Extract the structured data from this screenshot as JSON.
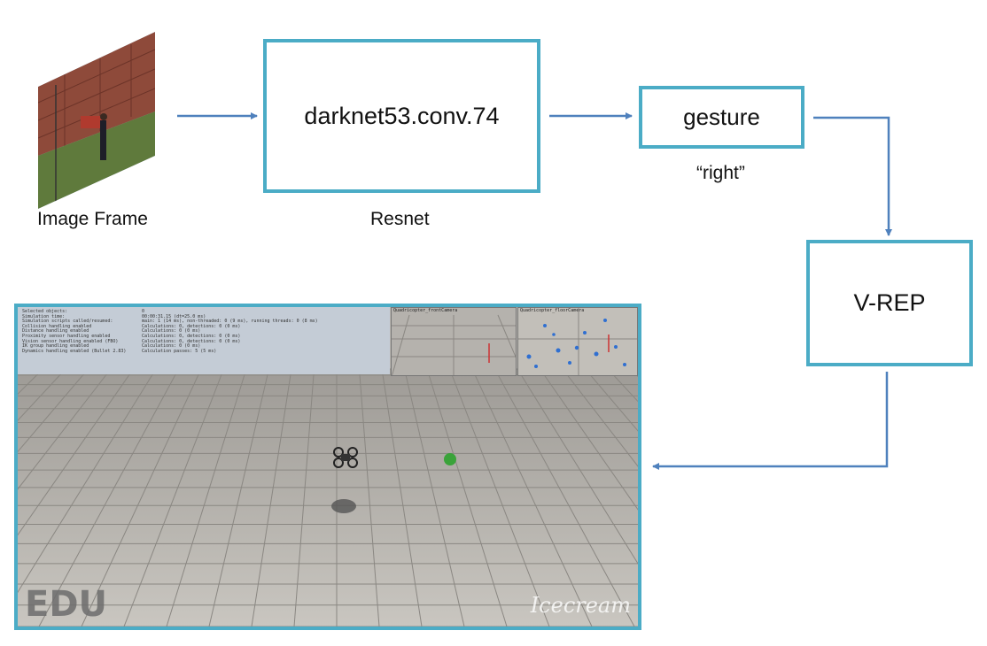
{
  "nodes": {
    "darknet": "darknet53.conv.74",
    "gesture": "gesture",
    "vrep": "V-REP"
  },
  "labels": {
    "image_frame": "Image Frame",
    "resnet": "Resnet",
    "gesture_output": "“right”"
  },
  "simulation": {
    "overlay_logo": "EDU",
    "watermark": "Icecream",
    "info_lines": [
      "Selected objects:",
      "Simulation time:",
      "Simulation scripts called/resumed:",
      "Collision handling enabled",
      "Distance handling enabled",
      "Proximity sensor handling enabled",
      "Vision sensor handling enabled (FBO)",
      "IK group handling enabled",
      "Dynamics handling enabled (Bullet 2.83)"
    ],
    "info_values": [
      "0",
      "00:00:31.15 (dt=25.0 ms)",
      "main: 1 (14 ms), non-threaded: 0 (9 ms), running threads: 0 (8 ms)",
      "Calculations: 0, detections: 0 (0 ms)",
      "Calculations: 0 (0 ms)",
      "Calculations: 0, detections: 0 (0 ms)",
      "Calculations: 0, detections: 0 (0 ms)",
      "Calculations: 0 (0 ms)",
      "Calculation passes: 5 (5 ms)"
    ],
    "cam1_title": "Quadricopter_frontCamera",
    "cam2_title": "Quadricopter_floorCamera"
  },
  "colors": {
    "box_border": "#4bacc6",
    "arrow": "#4f81bd",
    "sphere": "#3aa33a"
  }
}
